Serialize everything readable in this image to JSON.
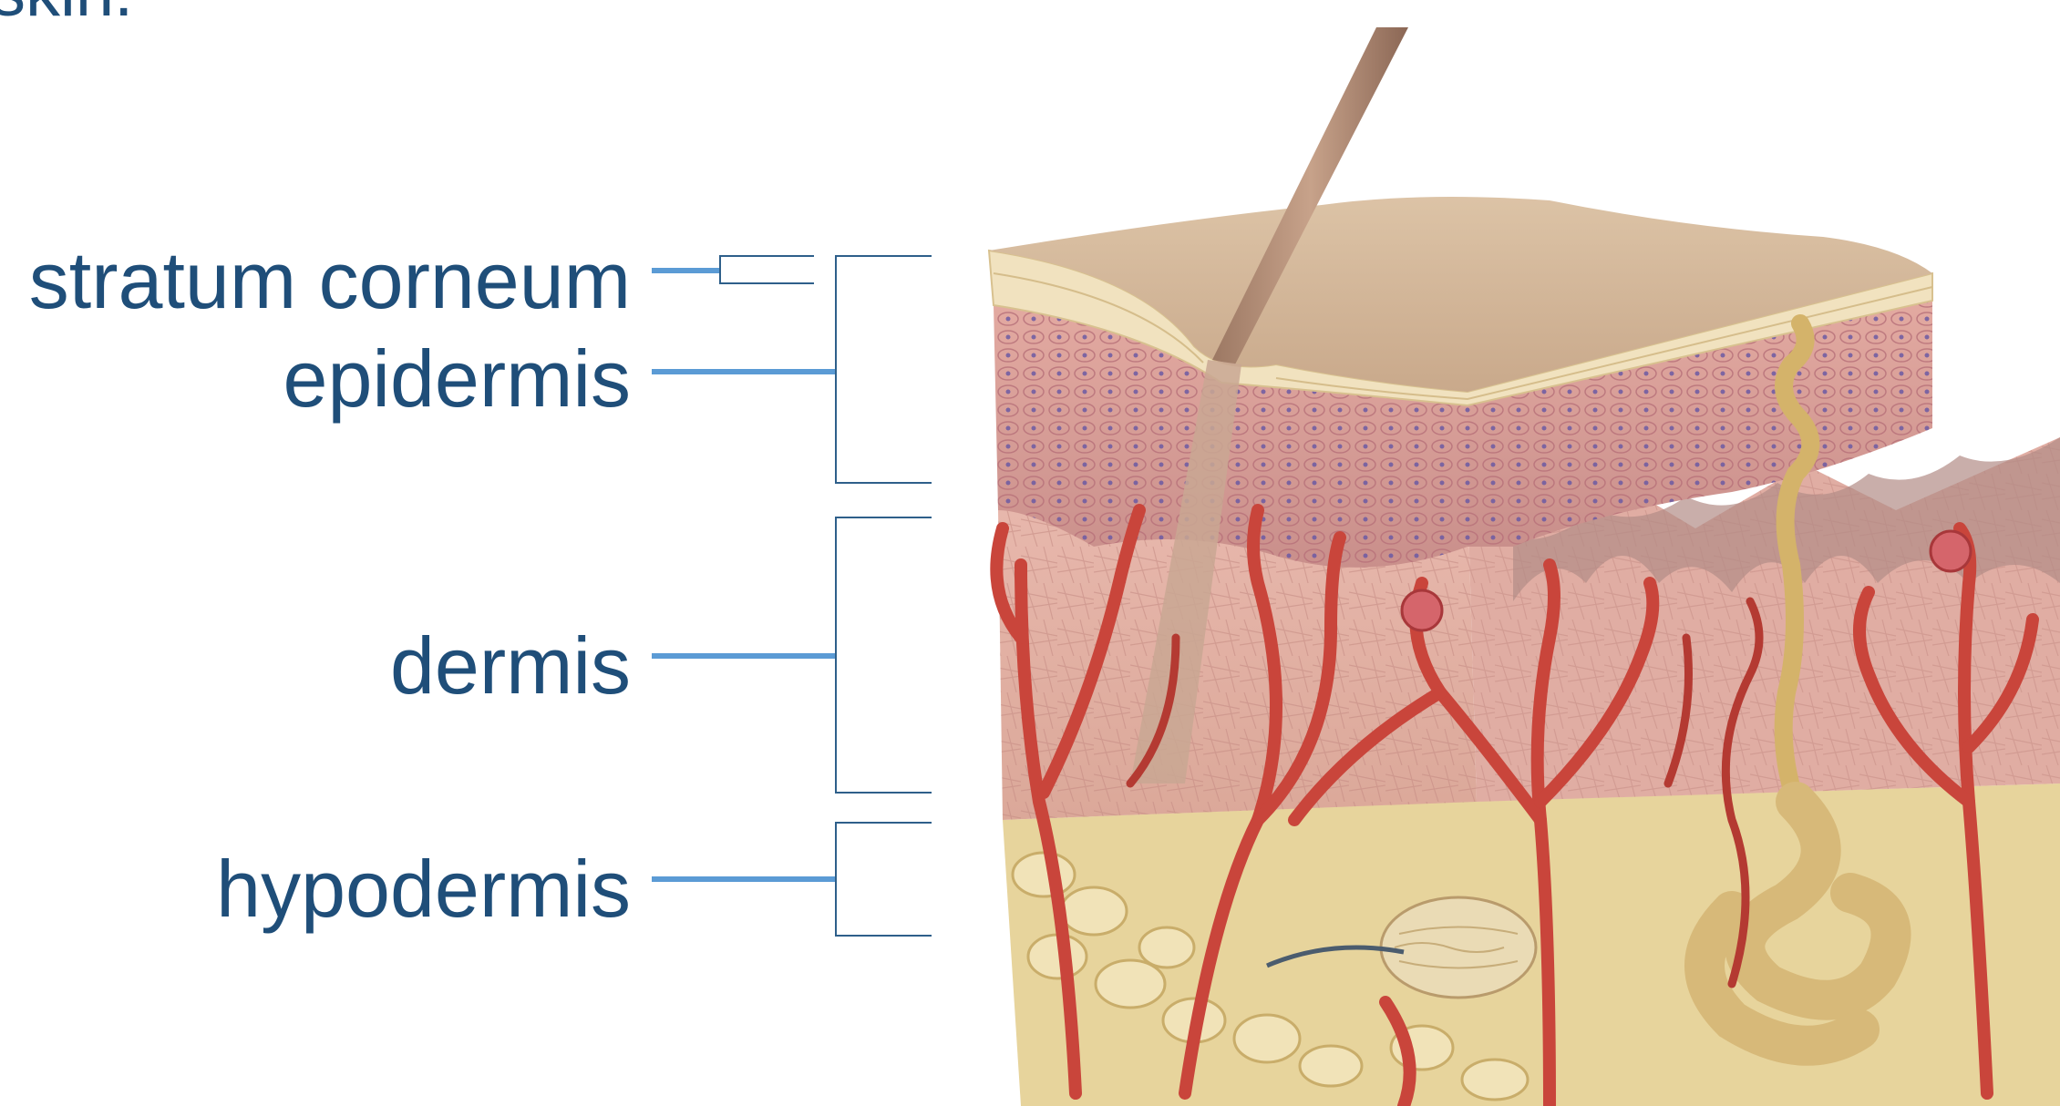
{
  "title": "skin.",
  "labels": [
    "stratum corneum",
    "epidermis",
    "dermis",
    "hypodermis"
  ],
  "colors": {
    "label_text": "#1f4e79",
    "leader_line": "#5b9bd5",
    "bracket": "#2e5f8a"
  }
}
